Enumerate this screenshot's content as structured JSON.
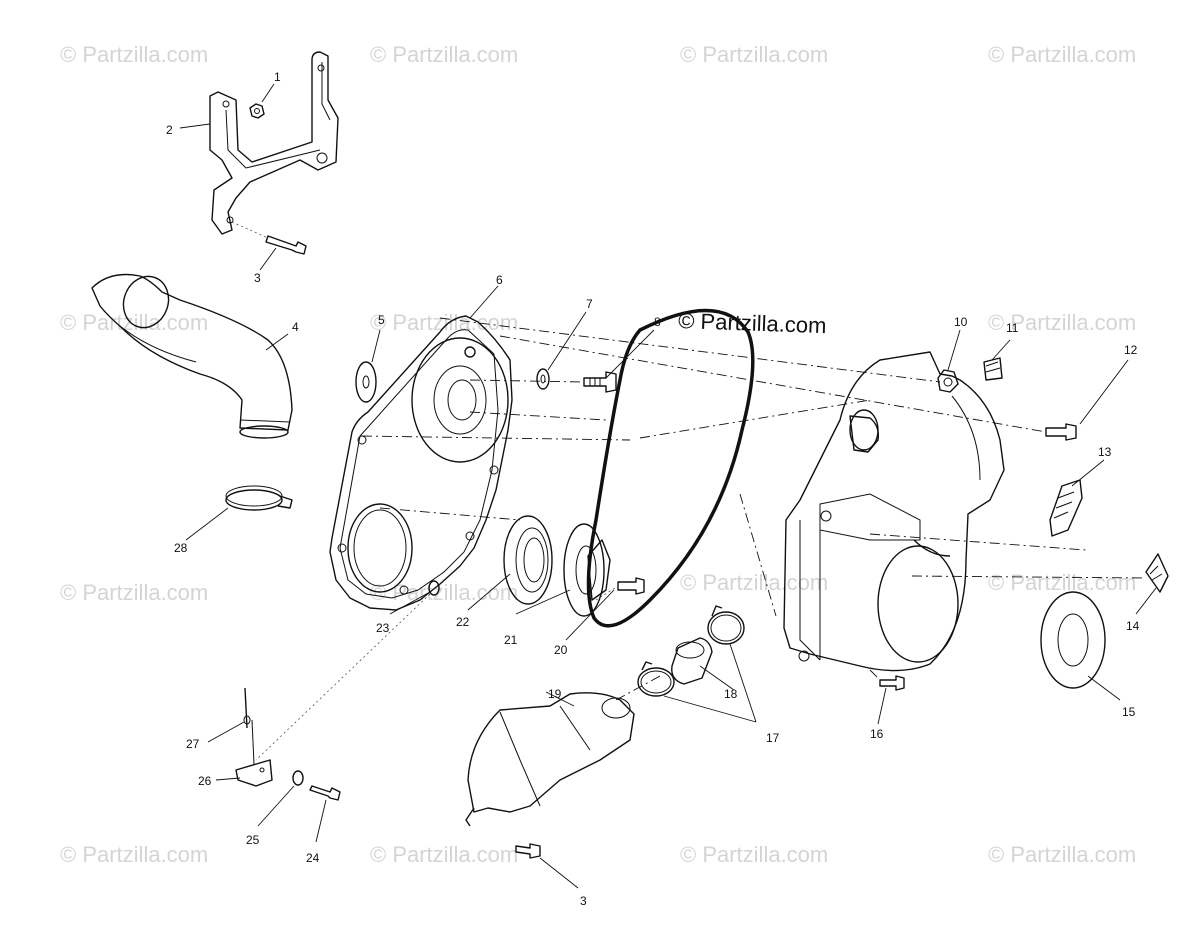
{
  "watermark": "© Partzilla.com",
  "callouts": {
    "c1": "1",
    "c2": "2",
    "c3a": "3",
    "c3b": "3",
    "c4": "4",
    "c5": "5",
    "c6": "6",
    "c7": "7",
    "c8": "8",
    "c10": "10",
    "c11": "11",
    "c12": "12",
    "c13": "13",
    "c14": "14",
    "c15": "15",
    "c16": "16",
    "c17": "17",
    "c18": "18",
    "c19": "19",
    "c20": "20",
    "c21": "21",
    "c22": "22",
    "c23": "23",
    "c24": "24",
    "c25": "25",
    "c26": "26",
    "c27": "27",
    "c28": "28"
  },
  "colors": {
    "line": "#111111",
    "watermark": "#d4d4d4",
    "background": "#ffffff"
  }
}
